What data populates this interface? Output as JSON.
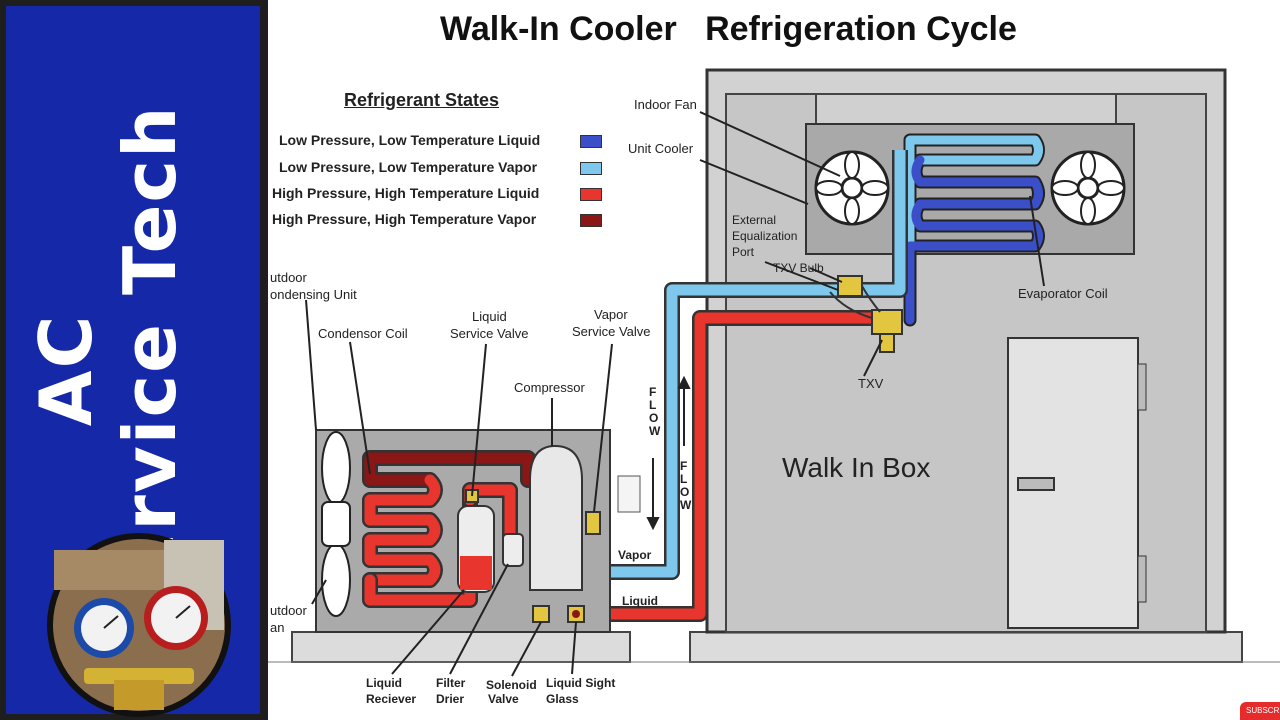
{
  "title": "Walk-In Cooler   Refrigeration Cycle",
  "brand": {
    "line1": "AC",
    "line2": "Service Tech"
  },
  "legend": {
    "title": "Refrigerant States",
    "items": [
      {
        "label": "Low Pressure, Low Temperature Liquid",
        "color": "#3b4fc8"
      },
      {
        "label": "Low Pressure, Low Temperature Vapor",
        "color": "#7ec8ee"
      },
      {
        "label": "High Pressure, High Temperature Liquid",
        "color": "#e8352d"
      },
      {
        "label": "High Pressure, High Temperature Vapor",
        "color": "#8a1616"
      }
    ]
  },
  "labels": {
    "indoor_fan": "Indoor Fan",
    "unit_cooler": "Unit Cooler",
    "external_eq_1": "External",
    "external_eq_2": "Equalization",
    "external_eq_3": "Port",
    "txv_bulb": "TXV Bulb",
    "evaporator_coil": "Evaporator Coil",
    "txv": "TXV",
    "walk_in_box": "Walk In Box",
    "outdoor_unit_1": "utdoor",
    "outdoor_unit_2": "ondensing Unit",
    "condensor_coil": "Condensor Coil",
    "liquid_sv_1": "Liquid",
    "liquid_sv_2": "Service Valve",
    "vapor_sv_1": "Vapor",
    "vapor_sv_2": "Service Valve",
    "compressor": "Compressor",
    "flow_down": "FLOW",
    "flow_up": "FLOW",
    "vapor_line": "Vapor",
    "liquid_line": "Liquid",
    "outdoor_fan_1": "utdoor",
    "outdoor_fan_2": "an",
    "liquid_receiver_1": "Liquid",
    "liquid_receiver_2": "Reciever",
    "filter_drier_1": "Filter",
    "filter_drier_2": "Drier",
    "solenoid_1": "Solenoid",
    "solenoid_2": "Valve",
    "sight_glass_1": "Liquid Sight",
    "sight_glass_2": "Glass"
  },
  "subscribe_badge": "SUBSCRIBE NO"
}
